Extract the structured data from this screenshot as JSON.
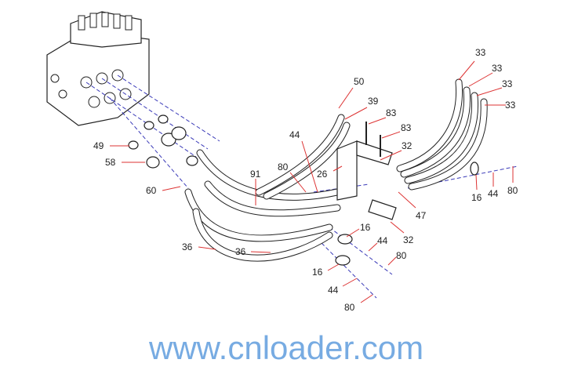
{
  "watermark": "www.cnloader.com",
  "labels": {
    "l50": "50",
    "l39": "39",
    "l83a": "83",
    "l83b": "83",
    "l32a": "32",
    "l44a": "44",
    "l80a": "80",
    "l26": "26",
    "l91": "91",
    "l33a": "33",
    "l33b": "33",
    "l33c": "33",
    "l33d": "33",
    "l16a": "16",
    "l44b": "44",
    "l80b": "80",
    "l47": "47",
    "l32b": "32",
    "l16b": "16",
    "l44c": "44",
    "l80c": "80",
    "l16c": "16",
    "l44d": "44",
    "l80d": "80",
    "l49": "49",
    "l58": "58",
    "l60": "60",
    "l36a": "36",
    "l36b": "36"
  }
}
